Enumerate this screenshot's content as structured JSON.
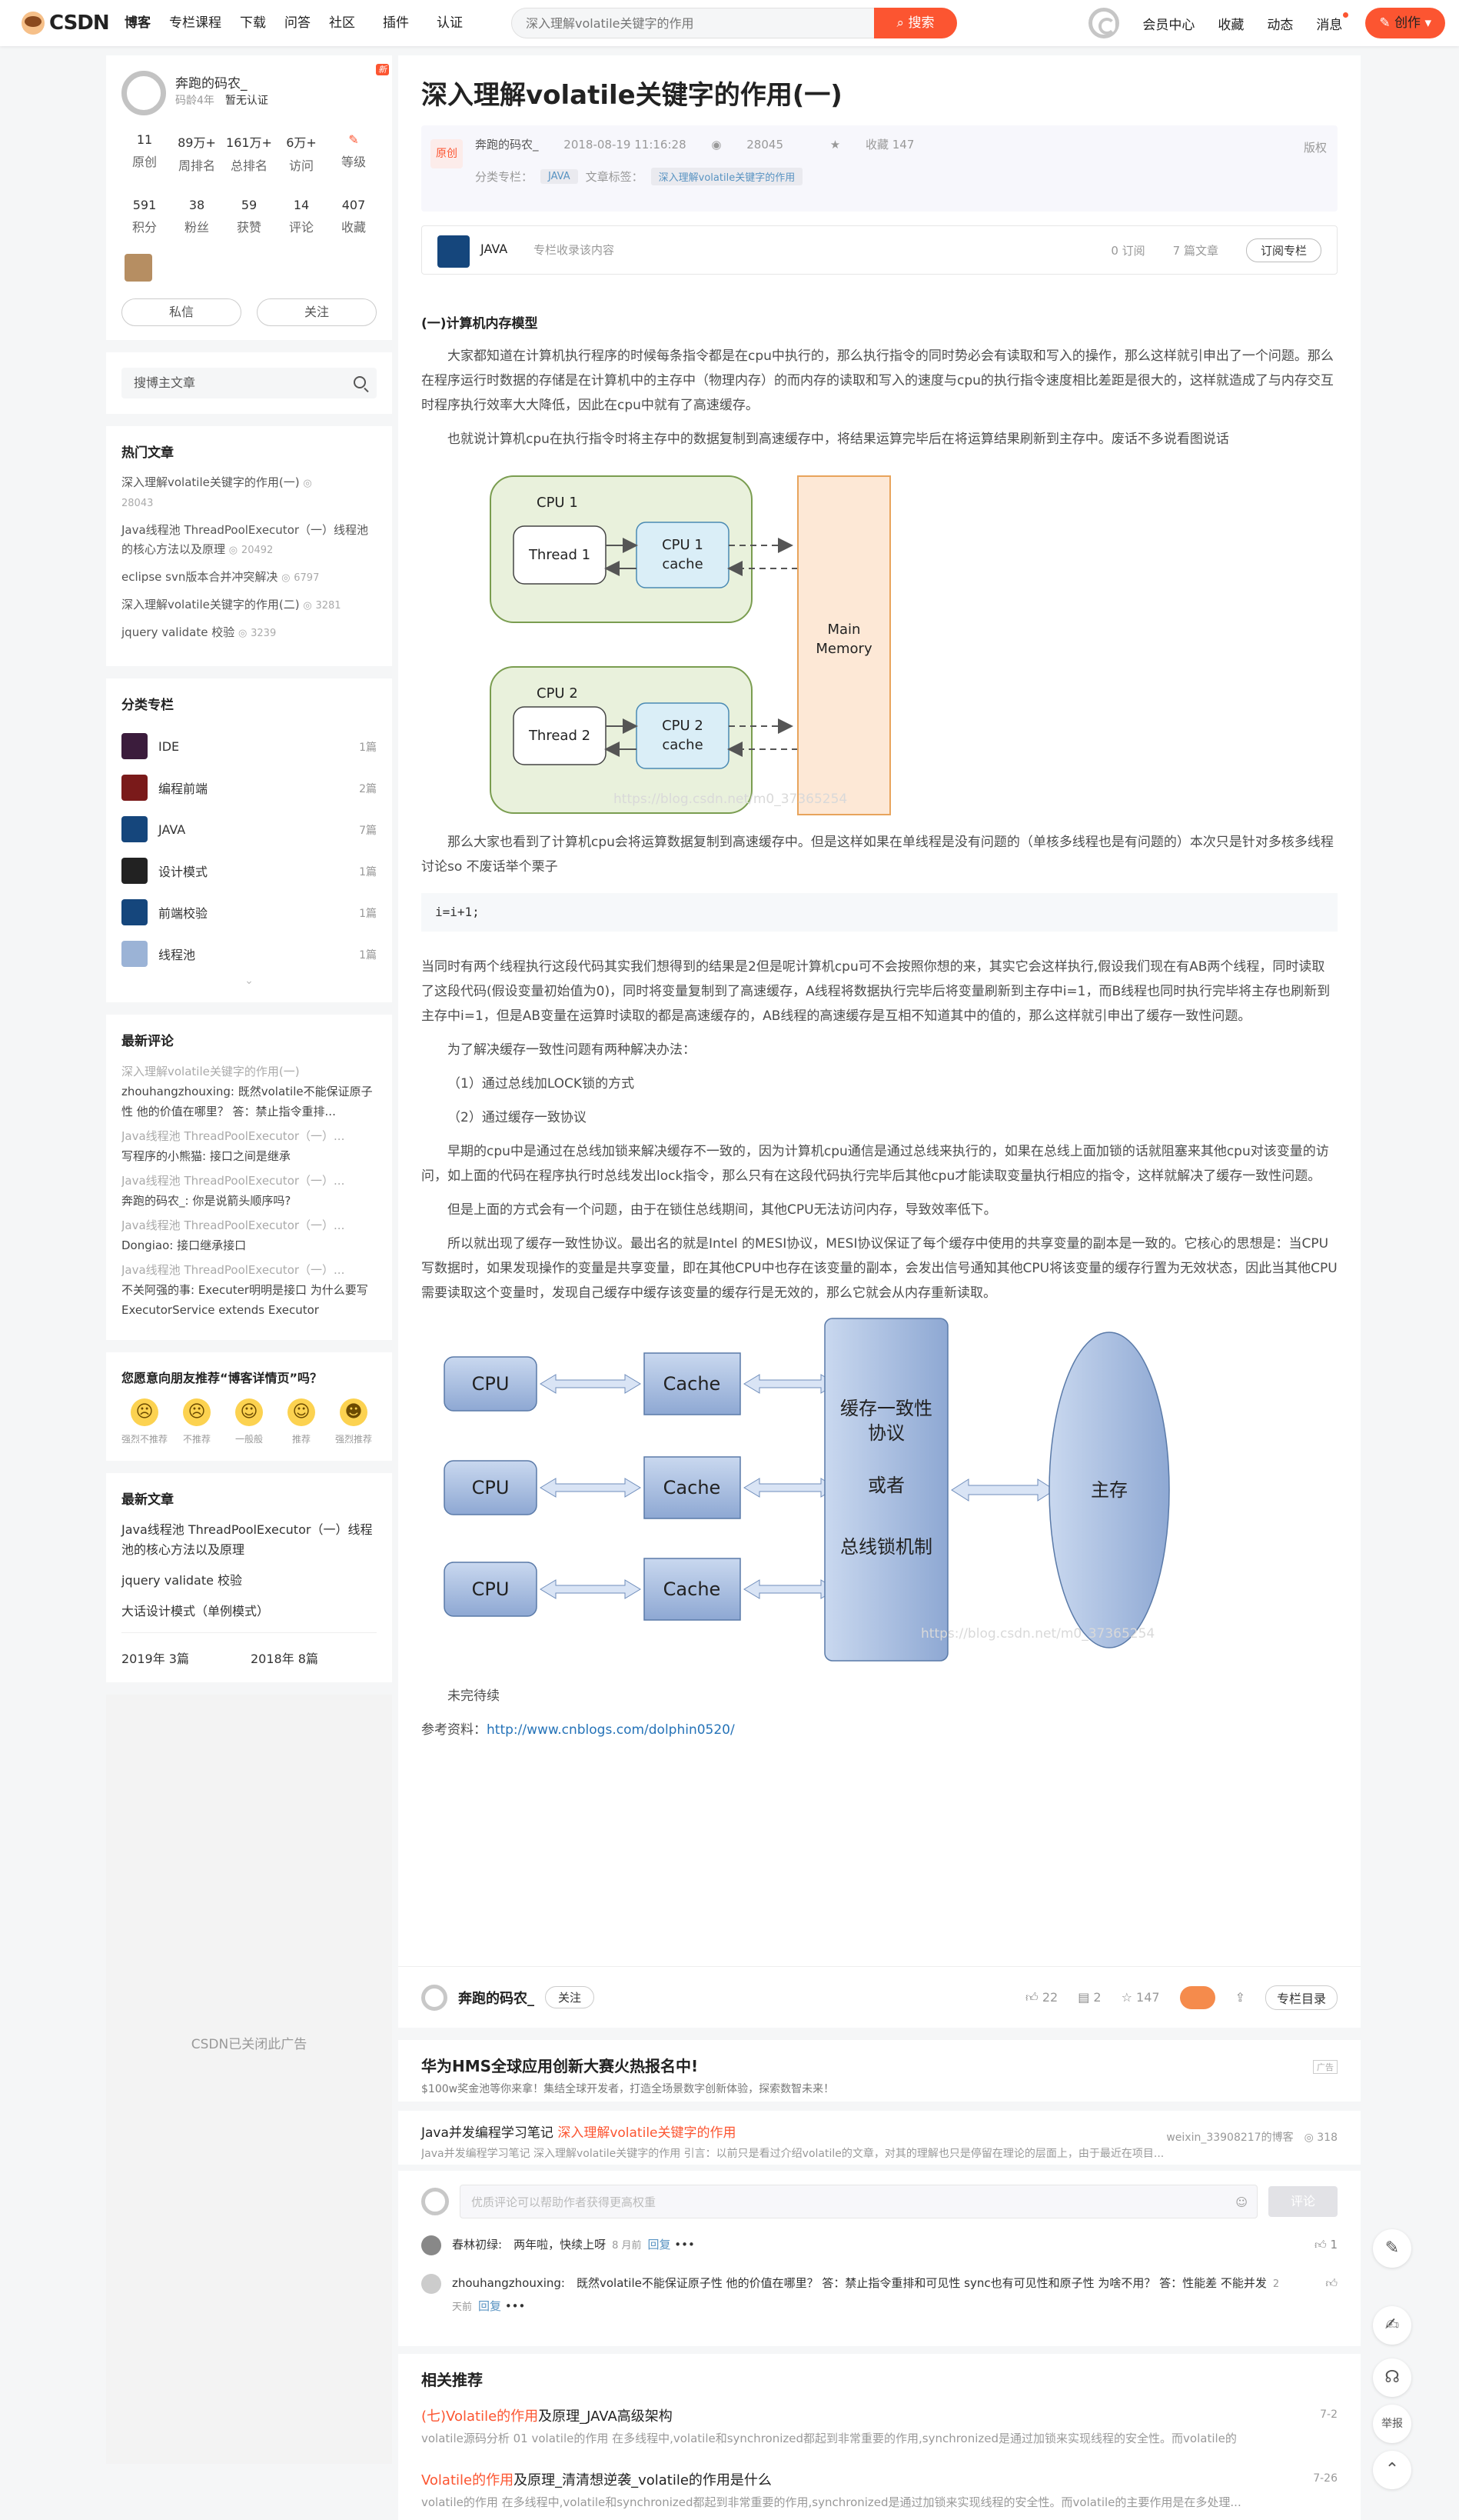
{
  "nav": {
    "logo": "CSDN",
    "items": [
      "博客",
      "专栏课程",
      "下载",
      "问答",
      "社区",
      "插件",
      "认证"
    ],
    "plugin_badge": "新",
    "search_placeholder": "深入理解volatile关键字的作用",
    "search_button": "搜索",
    "right": [
      "会员中心",
      "收藏",
      "动态",
      "消息"
    ],
    "create": "创作"
  },
  "profile": {
    "name": "奔跑的码农_",
    "age": "码龄4年",
    "cert": "暂无认证",
    "stats_row1": [
      {
        "n": "11",
        "l": "原创"
      },
      {
        "n": "89万+",
        "l": "周排名"
      },
      {
        "n": "161万+",
        "l": "总排名"
      },
      {
        "n": "6万+",
        "l": "访问"
      },
      {
        "n": "",
        "l": "等级"
      }
    ],
    "stats_row2": [
      {
        "n": "591",
        "l": "积分"
      },
      {
        "n": "38",
        "l": "粉丝"
      },
      {
        "n": "59",
        "l": "获赞"
      },
      {
        "n": "14",
        "l": "评论"
      },
      {
        "n": "407",
        "l": "收藏"
      }
    ],
    "msg_btn": "私信",
    "follow_btn": "关注"
  },
  "search_blog": "搜博主文章",
  "hot": {
    "title": "热门文章",
    "items": [
      {
        "t": "深入理解volatile关键字的作用(一)",
        "v": "28043"
      },
      {
        "t": "Java线程池 ThreadPoolExecutor（一）线程池的核心方法以及原理",
        "v": "20492"
      },
      {
        "t": "eclipse svn版本合并冲突解决",
        "v": "6797"
      },
      {
        "t": "深入理解volatile关键字的作用(二)",
        "v": "3281"
      },
      {
        "t": "jquery validate 校验",
        "v": "3239"
      }
    ]
  },
  "cats": {
    "title": "分类专栏",
    "items": [
      {
        "n": "IDE",
        "c": "1篇"
      },
      {
        "n": "编程前端",
        "c": "2篇"
      },
      {
        "n": "JAVA",
        "c": "7篇"
      },
      {
        "n": "设计模式",
        "c": "1篇"
      },
      {
        "n": "前端校验",
        "c": "1篇"
      },
      {
        "n": "线程池",
        "c": "1篇"
      }
    ]
  },
  "comments": {
    "title": "最新评论",
    "items": [
      {
        "t": "深入理解volatile关键字的作用(一)",
        "b": "zhouhangzhouxing: 既然volatile不能保证原子性 他的价值在哪里？ 答：禁止指令重排..."
      },
      {
        "t": "Java线程池 ThreadPoolExecutor（一）...",
        "b": "写程序的小熊猫: 接口之间是继承"
      },
      {
        "t": "Java线程池 ThreadPoolExecutor（一）...",
        "b": "奔跑的码农_: 你是说箭头顺序吗?"
      },
      {
        "t": "Java线程池 ThreadPoolExecutor（一）...",
        "b": "Dongiao: 接口继承接口"
      },
      {
        "t": "Java线程池 ThreadPoolExecutor（一）...",
        "b": "不关阿强的事: Executer明明是接口 为什么要写ExecutorService extends Executor"
      }
    ]
  },
  "survey": {
    "title": "您愿意向朋友推荐“博客详情页”吗？",
    "opts": [
      "强烈不推荐",
      "不推荐",
      "一般般",
      "推荐",
      "强烈推荐"
    ]
  },
  "newart": {
    "title": "最新文章",
    "items": [
      "Java线程池 ThreadPoolExecutor（一）线程池的核心方法以及原理",
      "jquery validate 校验",
      "大话设计模式（单例模式）"
    ],
    "archive": [
      "2019年  3篇",
      "2018年  8篇"
    ]
  },
  "ad_closed": "CSDN已关闭此广告",
  "article": {
    "title": "深入理解volatile关键字的作用(一)",
    "tag": "原创",
    "author": "奔跑的码农_",
    "date": "2018-08-19 11:16:28",
    "views": "28045",
    "fav": "收藏 147",
    "copyright": "版权",
    "col_label": "分类专栏：",
    "col_tag": "JAVA",
    "art_label": "文章标签：",
    "art_tag": "深入理解volatile关键字的作用",
    "column": {
      "name": "JAVA",
      "sub": "专栏收录该内容",
      "sub_count": "0 订阅",
      "art_count": "7 篇文章",
      "btn": "订阅专栏"
    },
    "h": "(一)计算机内存模型",
    "p1": "大家都知道在计算机执行程序的时候每条指令都是在cpu中执行的，那么执行指令的同时势必会有读取和写入的操作，那么这样就引申出了一个问题。那么在程序运行时数据的存储是在计算机中的主存中（物理内存）的而内存的读取和写入的速度与cpu的执行指令速度相比差距是很大的，这样就造成了与内存交互时程序执行效率大大降低，因此在cpu中就有了高速缓存。",
    "p2": "也就说计算机cpu在执行指令时将主存中的数据复制到高速缓存中，将结果运算完毕后在将运算结果刷新到主存中。废话不多说看图说话",
    "p3": "那么大家也看到了计算机cpu会将运算数据复制到高速缓存中。但是这样如果在单线程是没有问题的（单核多线程也是有问题的）本次只是针对多核多线程讨论so 不废话举个栗子",
    "code": "i=i+1;",
    "p4": "当同时有两个线程执行这段代码其实我们想得到的结果是2但是呢计算机cpu可不会按照你想的来，其实它会这样执行,假设我们现在有AB两个线程，同时读取了这段代码(假设变量初始值为0)，同时将变量复制到了高速缓存，A线程将数据执行完毕后将变量刷新到主存中i=1，而B线程也同时执行完毕将主存也刷新到主存中i=1，但是AB变量在运算时读取的都是高速缓存的，AB线程的高速缓存是互相不知道其中的值的，那么这样就引申出了缓存一致性问题。",
    "p5": "为了解决缓存一致性问题有两种解决办法：",
    "l1": "（1）通过总线加LOCK锁的方式",
    "l2": "（2）通过缓存一致协议",
    "p6": "早期的cpu中是通过在总线加锁来解决缓存不一致的，因为计算机cpu通信是通过总线来执行的，如果在总线上面加锁的话就阻塞来其他cpu对该变量的访问，如上面的代码在程序执行时总线发出lock指令，那么只有在这段代码执行完毕后其他cpu才能读取变量执行相应的指令，这样就解决了缓存一致性问题。",
    "p7": "但是上面的方式会有一个问题，由于在锁住总线期间，其他CPU无法访问内存，导致效率低下。",
    "p8": "所以就出现了缓存一致性协议。最出名的就是Intel 的MESI协议，MESI协议保证了每个缓存中使用的共享变量的副本是一致的。它核心的思想是：当CPU写数据时，如果发现操作的变量是共享变量，即在其他CPU中也存在该变量的副本，会发出信号通知其他CPU将该变量的缓存行置为无效状态，因此当其他CPU需要读取这个变量时，发现自己缓存中缓存该变量的缓存行是无效的，那么它就会从内存重新读取。",
    "p9": "未完待续",
    "ref_label": "参考资料：",
    "ref_link": "http://www.cnblogs.com/dolphin0520/",
    "fig1": {
      "cpu1": "CPU 1",
      "cpu2": "CPU 2",
      "t1": "Thread 1",
      "t2": "Thread 2",
      "c1a": "CPU 1",
      "c1b": "cache",
      "c2a": "CPU 2",
      "c2b": "cache",
      "mm1": "Main",
      "mm2": "Memory",
      "wm": "https://blog.csdn.net/m0_37365254"
    },
    "fig2": {
      "cpu": "CPU",
      "cache": "Cache",
      "p1": "缓存一致性",
      "p2": "协议",
      "p3": "或者",
      "p4": "总线锁机制",
      "mem": "主存",
      "wm": "https://blog.csdn.net/m0_37365254"
    }
  },
  "actions": {
    "author": "奔跑的码农_",
    "follow": "关注",
    "likes": "22",
    "comments": "2",
    "favs": "147",
    "toc": "专栏目录"
  },
  "hms": {
    "title": "华为HMS全球应用创新大赛火热报名中!",
    "sub": "$100w奖金池等你来拿！集结全球开发者，打造全场景数字创新体验，探索数智未来！",
    "adlabel": "广告"
  },
  "rec1": {
    "t1": "Java并发编程学习笔记 ",
    "t2": "深入理解volatile关键字的作用",
    "user": "weixin_33908217的博客",
    "views": "318",
    "s": "Java并发编程学习笔记 深入理解volatile关键字的作用 引言：以前只是看过介绍volatile的文章，对其的理解也只是停留在理论的层面上，由于最近在项目..."
  },
  "cmtbox": {
    "placeholder": "优质评论可以帮助作者获得更高权重",
    "btn": "评论"
  },
  "cmts": [
    {
      "u": "春林初绿:",
      "t": "两年啦，快续上呀",
      "time": "8 月前",
      "rp": "回复",
      "like": "1"
    },
    {
      "u": "zhouhangzhouxing:",
      "t": "既然volatile不能保证原子性 他的价值在哪里？ 答：禁止指令重排和可见性 sync也有可见性和原子性 为啥不用？ 答：性能差 不能并发",
      "time": "2 天前",
      "rp": "回复",
      "like": ""
    }
  ],
  "related": {
    "title": "相关推荐",
    "items": [
      {
        "t1": "(七)",
        "t2": "Volatile的作用",
        "t3": "及原理_JAVA高级架构",
        "s": "volatile源码分析 01 volatile的作用 在多线程中,volatile和synchronized都起到非常重要的作用,synchronized是通过加锁来实现线程的安全性。而volatile的",
        "d": "7-2"
      },
      {
        "t1": "",
        "t2": "Volatile的作用",
        "t3": "及原理_清清想逆袭_volatile的作用是什么",
        "s": "volatile的作用 在多线程中,volatile和synchronized都起到非常重要的作用,synchronized是通过加锁来实现线程的安全性。而volatile的主要作用是在多处理...",
        "d": "7-26"
      }
    ]
  },
  "side": [
    "举报"
  ]
}
